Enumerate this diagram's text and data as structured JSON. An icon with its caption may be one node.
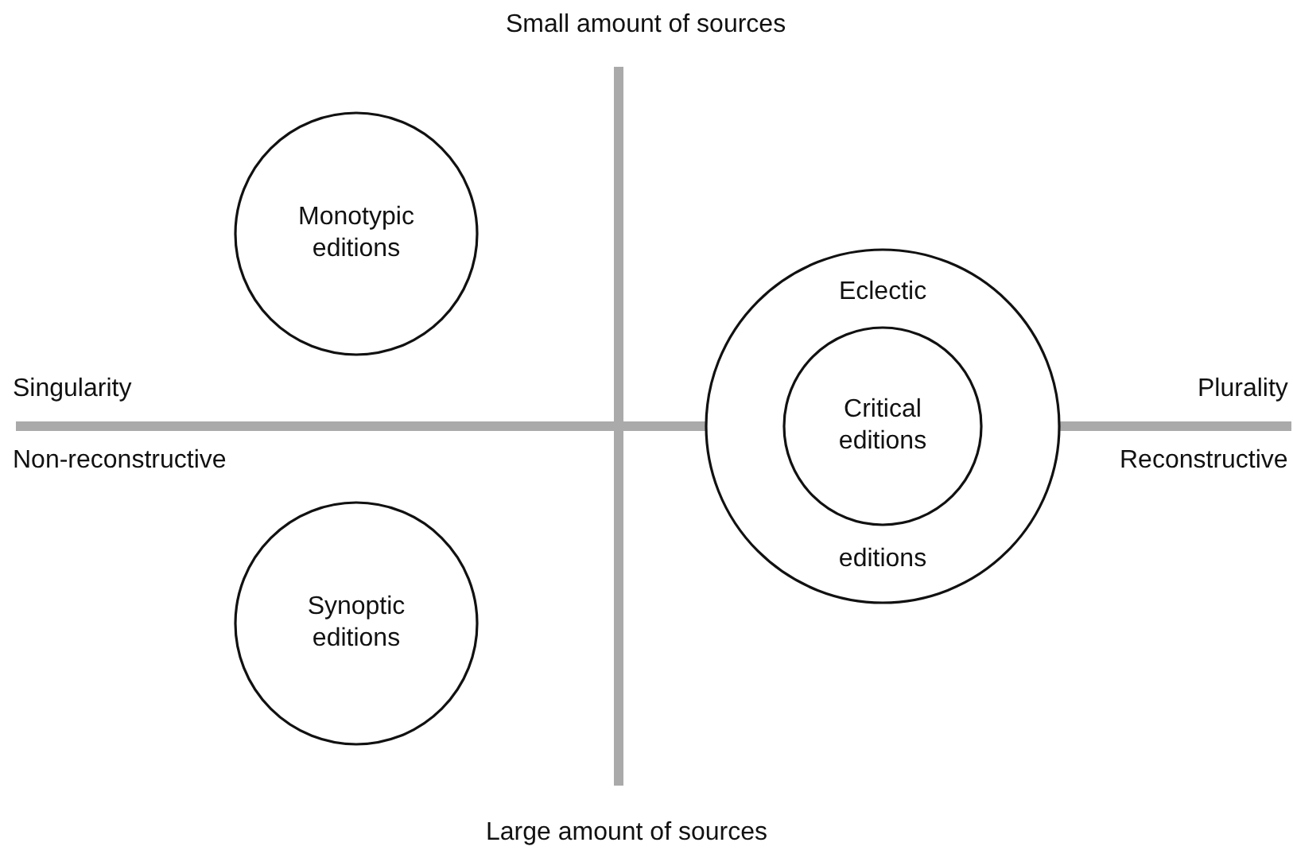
{
  "diagram": {
    "nodes": [
      {
        "text": [
          "Monotypic editions"
        ]
      },
      {
        "text": [
          "Eclectic",
          "editions"
        ]
      },
      {
        "text": [
          "Critical editions"
        ],
        "in": 1
      },
      {
        "text": [
          "Synoptic editions"
        ]
      }
    ],
    "labels": [
      "Small amount of sources",
      "Singularity",
      "Plurality",
      "Non-reconstructive",
      "Reconstructive",
      "Large amount of sources"
    ]
  }
}
